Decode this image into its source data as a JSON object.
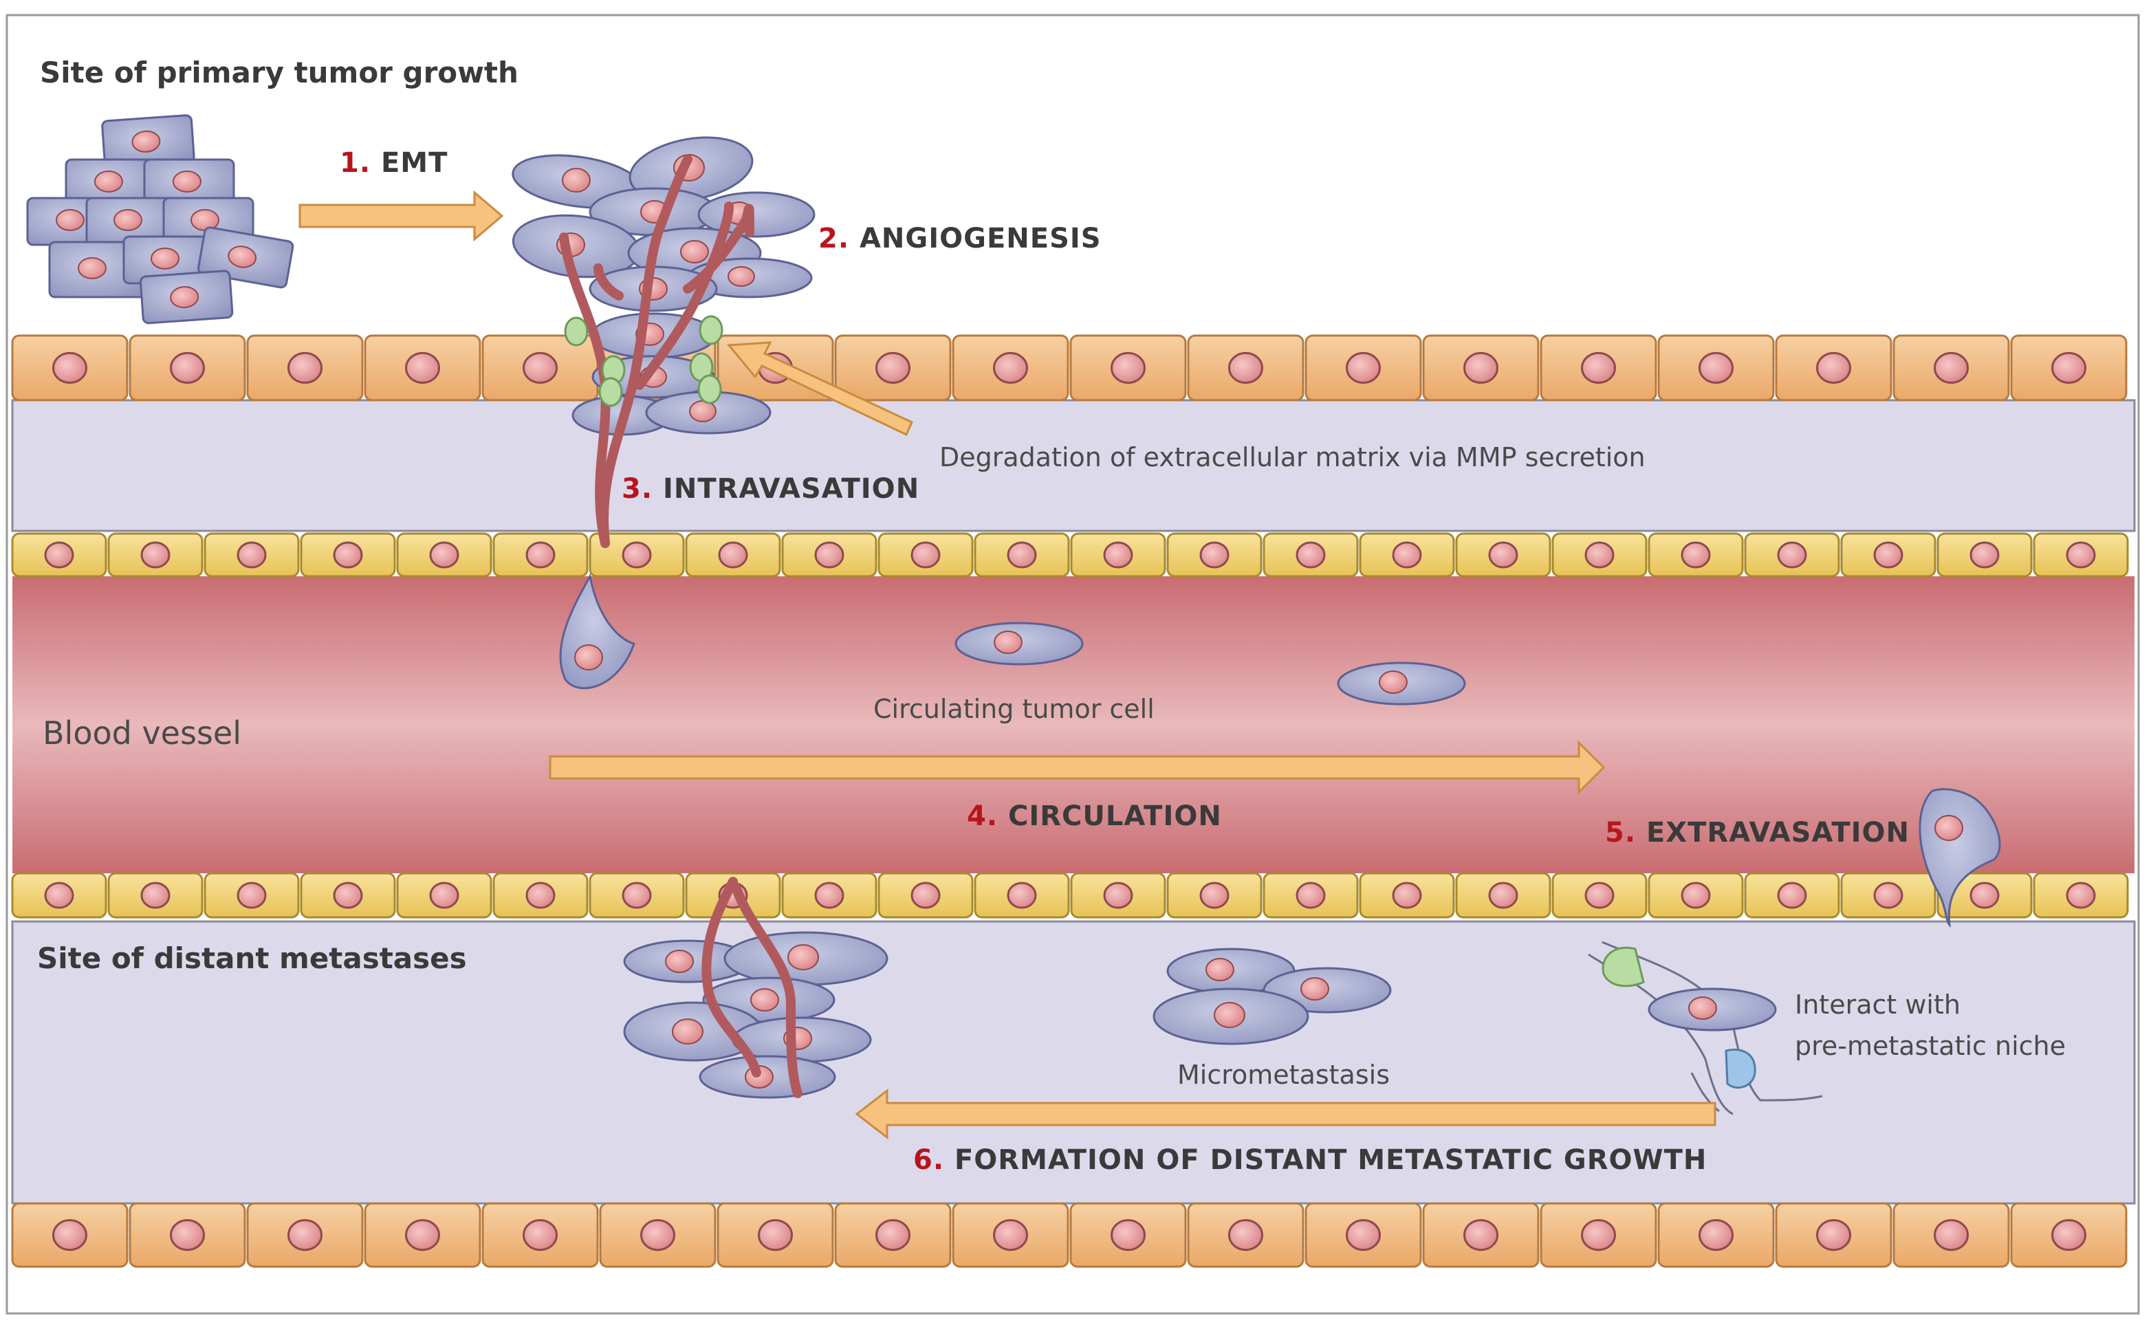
{
  "sections": {
    "primary": "Site of primary tumor growth",
    "distant": "Site of distant metastases",
    "blood_vessel": "Blood vessel"
  },
  "steps": [
    {
      "number": "1.",
      "label": "EMT"
    },
    {
      "number": "2.",
      "label": "ANGIOGENESIS"
    },
    {
      "number": "3.",
      "label": "INTRAVASATION"
    },
    {
      "number": "4.",
      "label": "CIRCULATION"
    },
    {
      "number": "5.",
      "label": "EXTRAVASATION"
    },
    {
      "number": "6.",
      "label": "FORMATION OF DISTANT METASTATIC GROWTH"
    }
  ],
  "annotations": {
    "degradation": "Degradation of extracellular matrix via MMP secretion",
    "circulating": "Circulating tumor cell",
    "micrometastasis": "Micrometastasis",
    "niche_line1": "Interact with",
    "niche_line2": "pre-metastatic niche"
  },
  "colors": {
    "step_number": "#b8141c",
    "arrow": "#f7c27e",
    "tumor_cell": "#a9aed0",
    "nucleus": "#e9a3a3",
    "endothelium": "#f0d479",
    "epithelium": "#f3c38d",
    "blood": "#d98a8d",
    "stroma": "#d9d7e8",
    "vessel_sprout": "#b05a5e",
    "mmp": "#b8dca2"
  }
}
